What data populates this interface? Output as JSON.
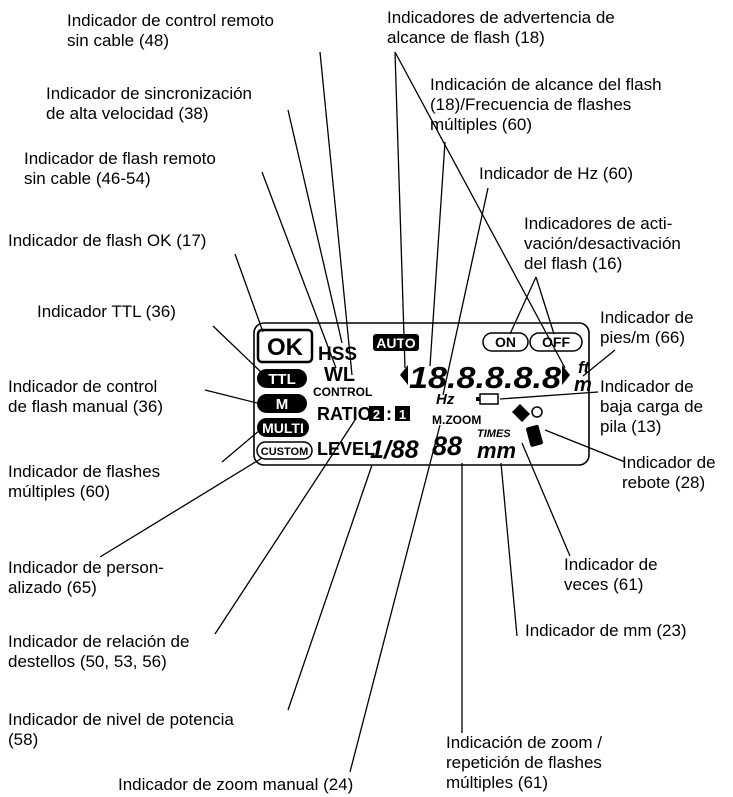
{
  "callouts": {
    "wireless_remote_control": "Indicador de control remoto\nsin cable (48)",
    "range_warning": "Indicadores de advertencia de\nalcance de flash (18)",
    "flash_range_freq": "Indicación de alcance del flash\n(18)/Frecuencia de flashes\nmúltiples (60)",
    "high_speed_sync": "Indicador de sincronización\nde alta velocidad (38)",
    "wireless_remote_flash": "Indicador de flash remoto\nsin cable (46-54)",
    "hz": "Indicador de Hz (60)",
    "flash_ok": "Indicador de flash OK (17)",
    "flash_on_off": "Indicadores de acti-\nvación/desactivación\ndel flash (16)",
    "ttl": "Indicador TTL (36)",
    "feet_m": "Indicador de\npies/m (66)",
    "manual_control": "Indicador de control\nde flash manual (36)",
    "low_battery": "Indicador de\nbaja carga de\npila (13)",
    "multi_flash": "Indicador de flashes\nmúltiples (60)",
    "bounce": "Indicador de\nrebote (28)",
    "times": "Indicador de\nveces (61)",
    "custom": "Indicador de person-\nalizado (65)",
    "mm": "Indicador de mm (23)",
    "ratio": "Indicador de relación de\ndestellos (50, 53, 56)",
    "power_level": "Indicador de nivel de potencia\n(58)",
    "zoom_repeat": "Indicación de zoom /\nrepetición de flashes\nmúltiples (61)",
    "manual_zoom": "Indicador de zoom manual (24)"
  },
  "lcd": {
    "ok": "OK",
    "ttl": "TTL",
    "m": "M",
    "multi": "MULTI",
    "custom": "CUSTOM",
    "hss": "HSS",
    "wl": "WL",
    "control": "CONTROL",
    "ratio": "RATIO",
    "ratio_a": "2",
    "ratio_sep": ":",
    "ratio_b": "1",
    "level": "LEVEL",
    "level_value": "1/88",
    "auto": "AUTO",
    "on": "ON",
    "off": "OFF",
    "range_digits": "18.8.8.8.8",
    "ft": "ft",
    "m_unit": "m",
    "hz": "Hz",
    "mzoom": "M.ZOOM",
    "zoom_digits": "88",
    "times": "TIMES",
    "mm": "mm"
  }
}
